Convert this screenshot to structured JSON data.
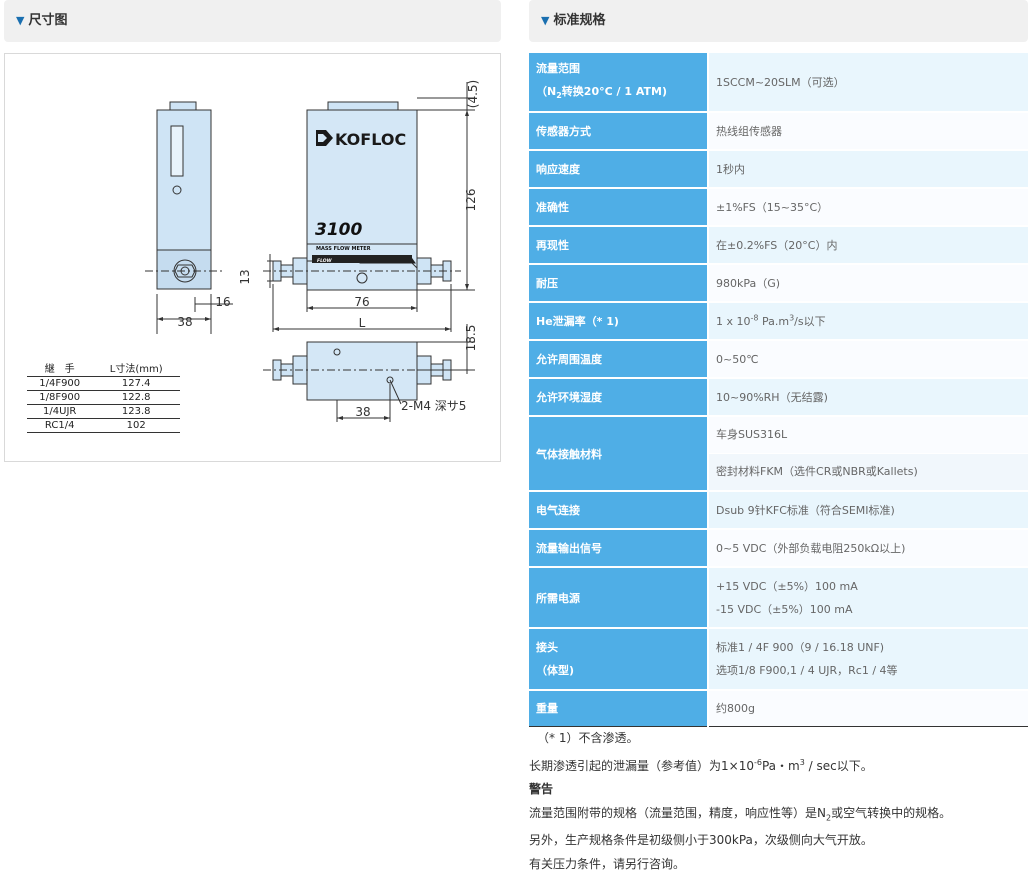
{
  "left_header": {
    "arrow": "▼",
    "title": "尺寸图"
  },
  "right_header": {
    "arrow": "▼",
    "title": "标准规格"
  },
  "drawing": {
    "brand": "KOFLOC",
    "model": "3100",
    "product": "MASS FLOW METER",
    "flow_label": "FLOW",
    "dims": {
      "d45": "(4.5)",
      "d126": "126",
      "d13": "13",
      "d76": "76",
      "dL": "L",
      "d16": "16",
      "d38a": "38",
      "d185": "18.5",
      "d38b": "38",
      "m4": "2-M4 深サ5"
    },
    "table": {
      "head": [
        "継　手",
        "L寸法(mm)"
      ],
      "rows": [
        [
          "1/4F900",
          "127.4"
        ],
        [
          "1/8F900",
          "122.8"
        ],
        [
          "1/4UJR",
          "123.8"
        ],
        [
          "RC1/4",
          "102"
        ]
      ]
    }
  },
  "spec": {
    "flow_range_key": "流量范围",
    "flow_range_key2_pre": "（N",
    "flow_range_key2_sub": "2",
    "flow_range_key2_post": "转换20°C / 1 ATM)",
    "flow_range_val": "1SCCM~20SLM（可选）",
    "sensor_key": "传感器方式",
    "sensor_val": "热线组传感器",
    "response_key": "响应速度",
    "response_val": "1秒内",
    "accuracy_key": "准确性",
    "accuracy_val": "±1%FS（15~35°C）",
    "repeat_key": "再现性",
    "repeat_val": "在±0.2%FS（20°C）内",
    "pressure_key": "耐压",
    "pressure_val": "980kPa（G)",
    "leak_key": "He泄漏率（* 1)",
    "leak_val_pre": "1 x 10",
    "leak_val_sup": "-8",
    "leak_val_mid": " Pa.m",
    "leak_val_sup2": "3",
    "leak_val_post": "/s以下",
    "ambient_temp_key": "允许周围温度",
    "ambient_temp_val": "0~50℃",
    "humidity_key": "允许环境湿度",
    "humidity_val": "10~90%RH（无结露)",
    "material_key": "气体接触材料",
    "material_val1": "车身SUS316L",
    "material_val2": "密封材料FKM（选件CR或NBR或Kallets)",
    "elec_key": "电气连接",
    "elec_val": "Dsub 9针KFC标准（符合SEMI标准)",
    "output_key": "流量输出信号",
    "output_val": "0~5 VDC（外部负载电阻250kΩ以上)",
    "power_key": "所需电源",
    "power_val1": "+15 VDC（±5%）100 mA",
    "power_val2": "-15 VDC（±5%）100 mA",
    "joint_key1": "接头",
    "joint_key2": "（体型)",
    "joint_val1": "标准1 / 4F 900（9 / 16.18 UNF)",
    "joint_val2": "选项1/8 F900,1 / 4 UJR，Rc1 / 4等",
    "weight_key": "重量",
    "weight_val": "约800g"
  },
  "notes": {
    "n1": "（* 1）不含渗透。",
    "n2_pre": "长期渗透引起的泄漏量（参考值）为1×10",
    "n2_sup": "-6",
    "n2_mid": "Pa・m",
    "n2_sup2": "3",
    "n2_post": " / sec以下。",
    "warn": "警告",
    "n3_pre": "流量范围附带的规格（流量范围，精度，响应性等）是N",
    "n3_sub": "2",
    "n3_post": "或空气转换中的规格。",
    "n4": "另外，生产规格条件是初级侧小于300kPa，次级侧向大气开放。",
    "n5": "有关压力条件，请另行咨询。"
  }
}
